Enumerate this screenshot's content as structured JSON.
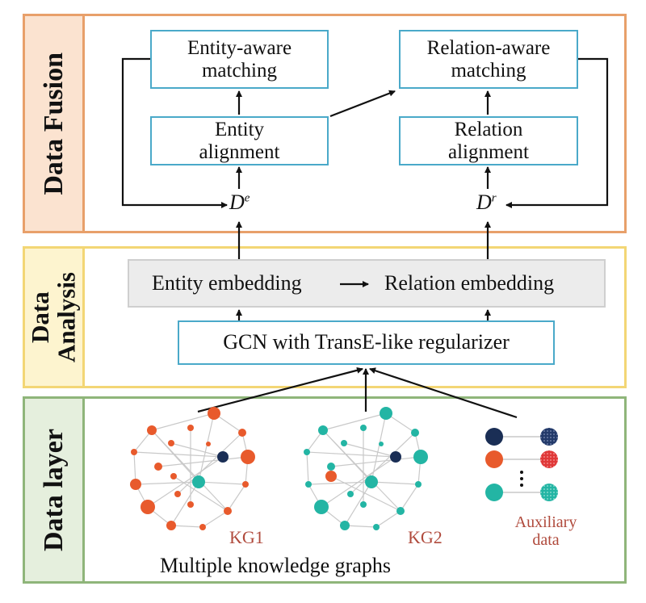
{
  "layers": {
    "fusion": {
      "label": "Data Fusion",
      "border": "#e8a06a",
      "fill": "#fbe3d0"
    },
    "analysis": {
      "label": "Data\nAnalysis",
      "border": "#f3d675",
      "fill": "#fdf4cf"
    },
    "data": {
      "label": "Data layer",
      "border": "#8fb57a",
      "fill": "#e5efdd"
    }
  },
  "fusion": {
    "entity_matching": "Entity-aware\nmatching",
    "relation_matching": "Relation-aware\nmatching",
    "entity_alignment": "Entity\nalignment",
    "relation_alignment": "Relation\nalignment",
    "de_base": "D",
    "de_sup": "e",
    "dr_base": "D",
    "dr_sup": "r"
  },
  "analysis": {
    "entity_embedding": "Entity embedding",
    "relation_embedding": "Relation embedding",
    "gcn": "GCN with TransE-like regularizer"
  },
  "data_layer": {
    "kg1_label": "KG1",
    "kg2_label": "KG2",
    "auxiliary_label": "Auxiliary\ndata",
    "caption": "Multiple knowledge graphs"
  },
  "colors": {
    "box_border": "#4aa9c9",
    "orange_node": "#e85a2c",
    "teal_node": "#23b5a4",
    "navy_node": "#1a2e55",
    "red_node": "#e03838",
    "label_red": "#b04a3c"
  }
}
